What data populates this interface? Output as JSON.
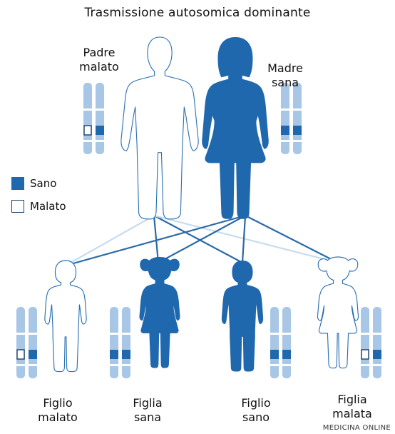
{
  "title": "Trasmissione autosomica dominante",
  "colors": {
    "dark": "#1f68ad",
    "light": "#a8c6e6",
    "outline": "#2a6fb3",
    "line_dark": "#2a6aa8",
    "line_light": "#c7dcef"
  },
  "parents": [
    {
      "label_line1": "Padre",
      "label_line2": "malato",
      "figure": "outline",
      "chromosomes": [
        "affected",
        "normal"
      ]
    },
    {
      "label_line1": "Madre",
      "label_line2": "sana",
      "figure": "filled",
      "chromosomes": [
        "normal",
        "normal"
      ]
    }
  ],
  "children": [
    {
      "label_line1": "Figlio",
      "label_line2": "malato",
      "figure": "outline",
      "chromosomes": [
        "affected",
        "normal"
      ]
    },
    {
      "label_line1": "Figlia",
      "label_line2": "sana",
      "figure": "filled",
      "chromosomes": [
        "normal",
        "normal"
      ]
    },
    {
      "label_line1": "Figlio",
      "label_line2": "sano",
      "figure": "filled",
      "chromosomes": [
        "normal",
        "normal"
      ]
    },
    {
      "label_line1": "Figlia",
      "label_line2": "malata",
      "figure": "outline",
      "chromosomes": [
        "affected",
        "normal"
      ]
    }
  ],
  "legend": [
    {
      "label": "Sano",
      "style": "filled"
    },
    {
      "label": "Malato",
      "style": "outline"
    }
  ],
  "watermark": "MEDICINA ONLINE"
}
